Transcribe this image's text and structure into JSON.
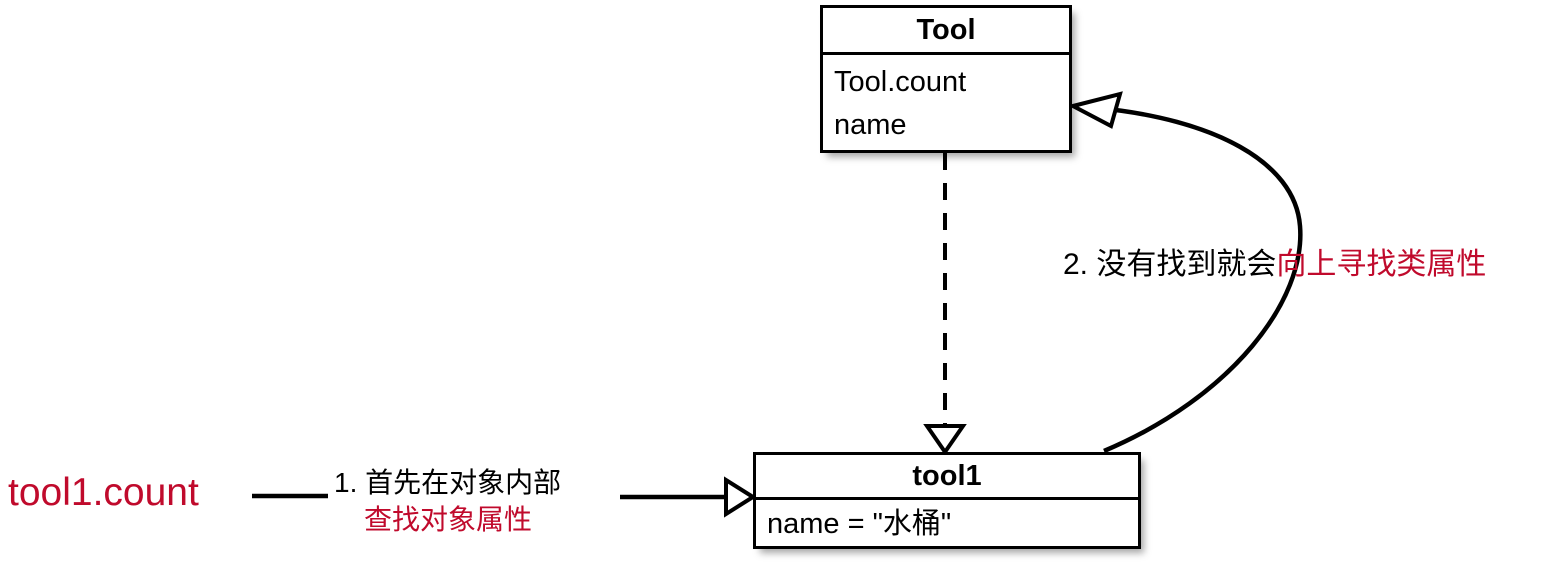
{
  "diagram": {
    "title": "Python attribute lookup order diagram",
    "colors": {
      "stroke": "#000000",
      "accent_red": "#C00A2C",
      "background": "#FFFFFF"
    },
    "classes": [
      {
        "id": "tool",
        "name": "Tool",
        "kind": "class",
        "attributes": [
          "Tool.count",
          "name"
        ]
      },
      {
        "id": "tool1",
        "name": "tool1",
        "kind": "instance",
        "attributes": [
          "name = \"水桶\""
        ]
      }
    ],
    "labels": {
      "expression": "tool1.count",
      "step1": {
        "line1": "1. 首先在对象内部",
        "line2": "查找对象属性"
      },
      "step2": {
        "black": "2. 没有找到就会",
        "red": "向上寻找类属性"
      }
    },
    "edges": [
      {
        "id": "instance-of",
        "from": "tool1",
        "to": "tool",
        "style": "dashed",
        "arrowhead": "hollow-triangle",
        "direction": "down",
        "meaning": "Tool class points down to its instance tool1"
      },
      {
        "id": "lookup-up",
        "from": "tool1",
        "to": "tool",
        "style": "solid-curved",
        "arrowhead": "hollow-open",
        "direction": "up",
        "meaning": "attribute lookup rises from instance to class"
      },
      {
        "id": "access-arrow",
        "from": "step1",
        "to": "tool1",
        "style": "solid",
        "arrowhead": "hollow-triangle",
        "direction": "right"
      },
      {
        "id": "expression-connector",
        "from": "expression",
        "to": "step1",
        "style": "solid",
        "arrowhead": "none"
      }
    ]
  }
}
